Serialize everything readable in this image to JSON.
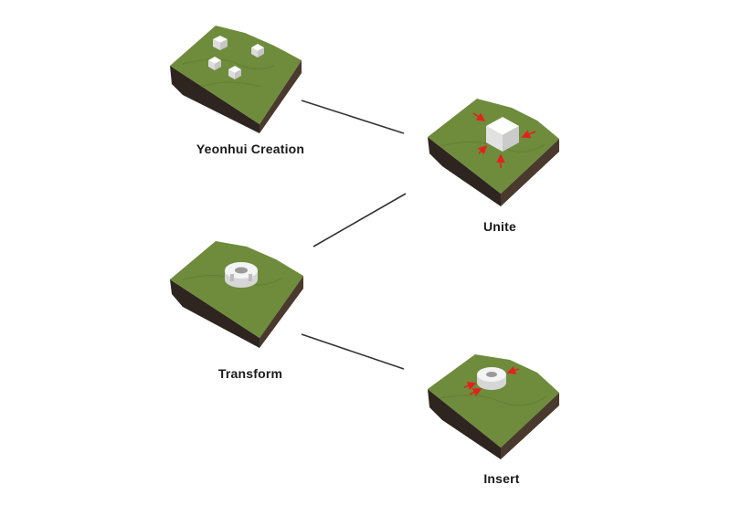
{
  "stages": [
    {
      "id": "yeonhui-creation",
      "label": "Yeonhui Creation"
    },
    {
      "id": "unite",
      "label": "Unite"
    },
    {
      "id": "transform",
      "label": "Transform"
    },
    {
      "id": "insert",
      "label": "Insert"
    }
  ],
  "colors": {
    "grass": "#6e8c3c",
    "grass_dark": "#5c7a30",
    "soil_side": "#4a3a2e",
    "soil_front": "#2f2520",
    "mass": "#f2f2f2",
    "arrow": "#e0241b",
    "connector": "#333333"
  }
}
